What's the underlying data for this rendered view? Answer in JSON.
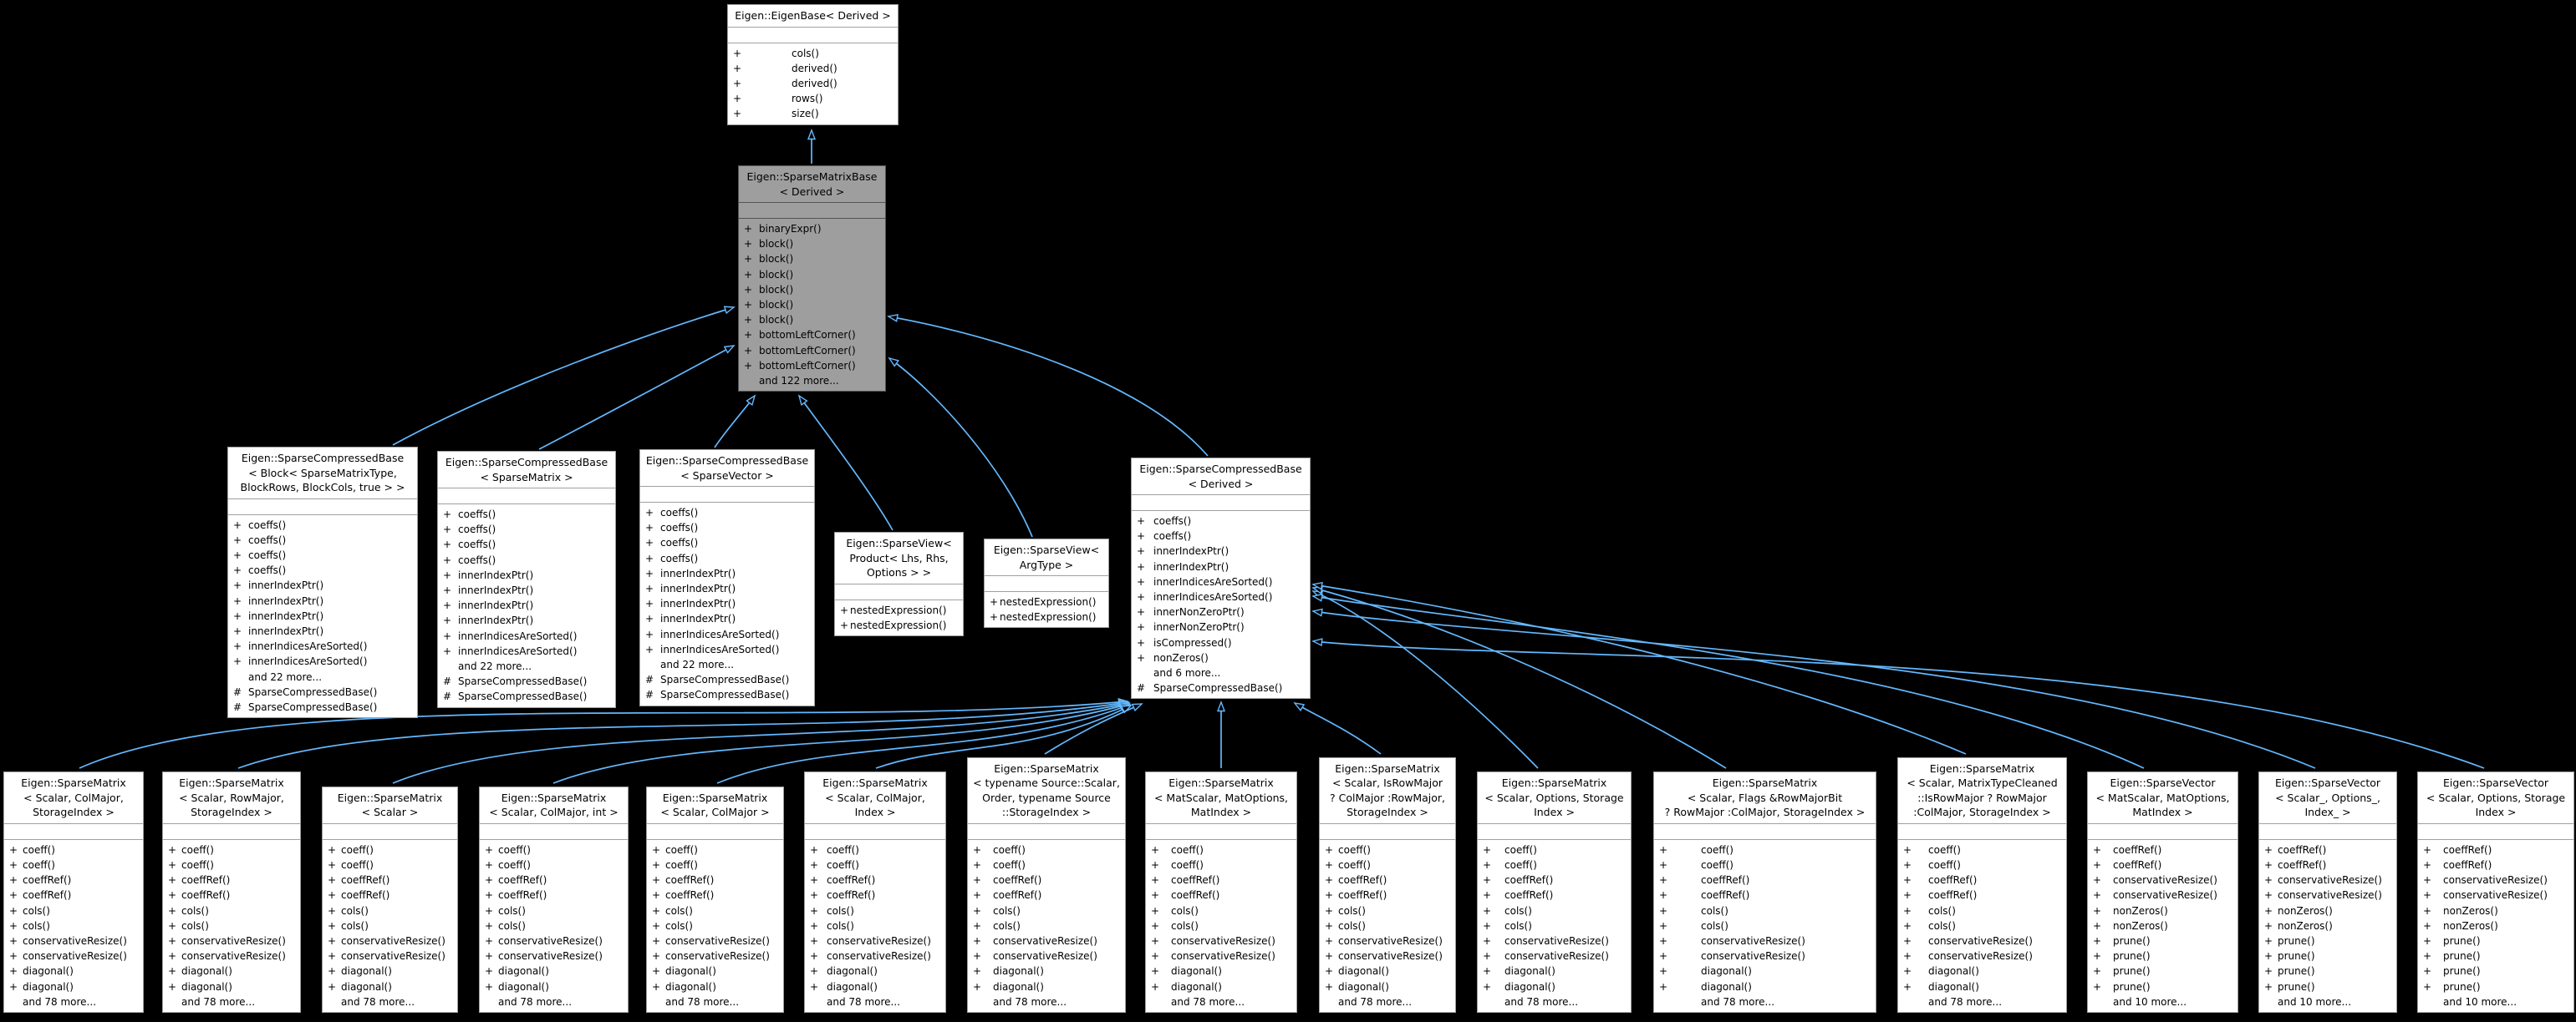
{
  "diagram": {
    "kind": "uml-class-inheritance-graph",
    "highlighted_node": "Eigen::SparseMatrixBase< Derived >"
  },
  "colors": {
    "background": "#000000",
    "node_fill": "#ffffff",
    "node_border": "#a0a0a0",
    "highlight_fill": "#9e9e9e",
    "highlight_border": "#545454",
    "edge": "#63b8ff",
    "text": "#000000"
  },
  "nodes": [
    {
      "id": "eigenbase",
      "highlighted": false,
      "title_lines": [
        "Eigen::EigenBase< Derived >"
      ],
      "members": [
        "+ cols()",
        "+ derived()",
        "+ derived()",
        "+ rows()",
        "+ size()"
      ]
    },
    {
      "id": "sparsematrixbase",
      "highlighted": true,
      "title_lines": [
        "Eigen::SparseMatrixBase",
        "< Derived >"
      ],
      "members": [
        "+ binaryExpr()",
        "+ block()",
        "+ block()",
        "+ block()",
        "+ block()",
        "+ block()",
        "+ block()",
        "+ bottomLeftCorner()",
        "+ bottomLeftCorner()",
        "+ bottomLeftCorner()",
        "and 122 more..."
      ]
    },
    {
      "id": "scb-block",
      "highlighted": false,
      "title_lines": [
        "Eigen::SparseCompressedBase",
        "< Block< SparseMatrixType,",
        "BlockRows, BlockCols, true > >"
      ],
      "members": [
        "+ coeffs()",
        "+ coeffs()",
        "+ coeffs()",
        "+ coeffs()",
        "+ innerIndexPtr()",
        "+ innerIndexPtr()",
        "+ innerIndexPtr()",
        "+ innerIndexPtr()",
        "+ innerIndicesAreSorted()",
        "+ innerIndicesAreSorted()",
        "and 22 more...",
        "# SparseCompressedBase()",
        "# SparseCompressedBase()"
      ]
    },
    {
      "id": "scb-sparsematrix",
      "highlighted": false,
      "title_lines": [
        "Eigen::SparseCompressedBase",
        "< SparseMatrix >"
      ],
      "members": [
        "+ coeffs()",
        "+ coeffs()",
        "+ coeffs()",
        "+ coeffs()",
        "+ innerIndexPtr()",
        "+ innerIndexPtr()",
        "+ innerIndexPtr()",
        "+ innerIndexPtr()",
        "+ innerIndicesAreSorted()",
        "+ innerIndicesAreSorted()",
        "and 22 more...",
        "# SparseCompressedBase()",
        "# SparseCompressedBase()"
      ]
    },
    {
      "id": "scb-sparsevector",
      "highlighted": false,
      "title_lines": [
        "Eigen::SparseCompressedBase",
        "< SparseVector >"
      ],
      "members": [
        "+ coeffs()",
        "+ coeffs()",
        "+ coeffs()",
        "+ coeffs()",
        "+ innerIndexPtr()",
        "+ innerIndexPtr()",
        "+ innerIndexPtr()",
        "+ innerIndexPtr()",
        "+ innerIndicesAreSorted()",
        "+ innerIndicesAreSorted()",
        "and 22 more...",
        "# SparseCompressedBase()",
        "# SparseCompressedBase()"
      ]
    },
    {
      "id": "sv-product",
      "highlighted": false,
      "title_lines": [
        "Eigen::SparseView<",
        "Product< Lhs, Rhs,",
        "Options > >"
      ],
      "members": [
        "+ nestedExpression()",
        "+ nestedExpression()"
      ]
    },
    {
      "id": "sv-argtype",
      "highlighted": false,
      "title_lines": [
        "Eigen::SparseView<",
        "ArgType >"
      ],
      "members": [
        "+ nestedExpression()",
        "+ nestedExpression()"
      ]
    },
    {
      "id": "scb-derived",
      "highlighted": false,
      "title_lines": [
        "Eigen::SparseCompressedBase",
        "< Derived >"
      ],
      "members": [
        "+ coeffs()",
        "+ coeffs()",
        "+ innerIndexPtr()",
        "+ innerIndexPtr()",
        "+ innerIndicesAreSorted()",
        "+ innerIndicesAreSorted()",
        "+ innerNonZeroPtr()",
        "+ innerNonZeroPtr()",
        "+ isCompressed()",
        "+ nonZeros()",
        "and 6 more...",
        "# SparseCompressedBase()"
      ]
    },
    {
      "id": "b1",
      "highlighted": false,
      "title_lines": [
        "Eigen::SparseMatrix",
        "< Scalar, ColMajor,",
        "StorageIndex >"
      ],
      "members": [
        "+ coeff()",
        "+ coeff()",
        "+ coeffRef()",
        "+ coeffRef()",
        "+ cols()",
        "+ cols()",
        "+ conservativeResize()",
        "+ conservativeResize()",
        "+ diagonal()",
        "+ diagonal()",
        "and 78 more..."
      ]
    },
    {
      "id": "b2",
      "highlighted": false,
      "title_lines": [
        "Eigen::SparseMatrix",
        "< Scalar, RowMajor,",
        "StorageIndex >"
      ],
      "members": [
        "+ coeff()",
        "+ coeff()",
        "+ coeffRef()",
        "+ coeffRef()",
        "+ cols()",
        "+ cols()",
        "+ conservativeResize()",
        "+ conservativeResize()",
        "+ diagonal()",
        "+ diagonal()",
        "and 78 more..."
      ]
    },
    {
      "id": "b3",
      "highlighted": false,
      "title_lines": [
        "Eigen::SparseMatrix",
        "< Scalar >"
      ],
      "members": [
        "+ coeff()",
        "+ coeff()",
        "+ coeffRef()",
        "+ coeffRef()",
        "+ cols()",
        "+ cols()",
        "+ conservativeResize()",
        "+ conservativeResize()",
        "+ diagonal()",
        "+ diagonal()",
        "and 78 more..."
      ]
    },
    {
      "id": "b4",
      "highlighted": false,
      "title_lines": [
        "Eigen::SparseMatrix",
        "< Scalar, ColMajor, int >"
      ],
      "members": [
        "+ coeff()",
        "+ coeff()",
        "+ coeffRef()",
        "+ coeffRef()",
        "+ cols()",
        "+ cols()",
        "+ conservativeResize()",
        "+ conservativeResize()",
        "+ diagonal()",
        "+ diagonal()",
        "and 78 more..."
      ]
    },
    {
      "id": "b5",
      "highlighted": false,
      "title_lines": [
        "Eigen::SparseMatrix",
        "< Scalar, ColMajor >"
      ],
      "members": [
        "+ coeff()",
        "+ coeff()",
        "+ coeffRef()",
        "+ coeffRef()",
        "+ cols()",
        "+ cols()",
        "+ conservativeResize()",
        "+ conservativeResize()",
        "+ diagonal()",
        "+ diagonal()",
        "and 78 more..."
      ]
    },
    {
      "id": "b6",
      "highlighted": false,
      "title_lines": [
        "Eigen::SparseMatrix",
        "< Scalar, ColMajor,",
        "Index >"
      ],
      "members": [
        "+ coeff()",
        "+ coeff()",
        "+ coeffRef()",
        "+ coeffRef()",
        "+ cols()",
        "+ cols()",
        "+ conservativeResize()",
        "+ conservativeResize()",
        "+ diagonal()",
        "+ diagonal()",
        "and 78 more..."
      ]
    },
    {
      "id": "b7",
      "highlighted": false,
      "title_lines": [
        "Eigen::SparseMatrix",
        "< typename Source::Scalar,",
        "Order, typename Source",
        "::StorageIndex >"
      ],
      "members": [
        "+ coeff()",
        "+ coeff()",
        "+ coeffRef()",
        "+ coeffRef()",
        "+ cols()",
        "+ cols()",
        "+ conservativeResize()",
        "+ conservativeResize()",
        "+ diagonal()",
        "+ diagonal()",
        "and 78 more..."
      ]
    },
    {
      "id": "b8",
      "highlighted": false,
      "title_lines": [
        "Eigen::SparseMatrix",
        "< MatScalar, MatOptions,",
        "MatIndex >"
      ],
      "members": [
        "+ coeff()",
        "+ coeff()",
        "+ coeffRef()",
        "+ coeffRef()",
        "+ cols()",
        "+ cols()",
        "+ conservativeResize()",
        "+ conservativeResize()",
        "+ diagonal()",
        "+ diagonal()",
        "and 78 more..."
      ]
    },
    {
      "id": "b9",
      "highlighted": false,
      "title_lines": [
        "Eigen::SparseMatrix",
        "< Scalar, IsRowMajor",
        "? ColMajor :RowMajor,",
        "StorageIndex >"
      ],
      "members": [
        "+ coeff()",
        "+ coeff()",
        "+ coeffRef()",
        "+ coeffRef()",
        "+ cols()",
        "+ cols()",
        "+ conservativeResize()",
        "+ conservativeResize()",
        "+ diagonal()",
        "+ diagonal()",
        "and 78 more..."
      ]
    },
    {
      "id": "b10",
      "highlighted": false,
      "title_lines": [
        "Eigen::SparseMatrix",
        "< Scalar, Options, Storage",
        "Index >"
      ],
      "members": [
        "+ coeff()",
        "+ coeff()",
        "+ coeffRef()",
        "+ coeffRef()",
        "+ cols()",
        "+ cols()",
        "+ conservativeResize()",
        "+ conservativeResize()",
        "+ diagonal()",
        "+ diagonal()",
        "and 78 more..."
      ]
    },
    {
      "id": "b11",
      "highlighted": false,
      "title_lines": [
        "Eigen::SparseMatrix",
        "< Scalar, Flags &RowMajorBit",
        "? RowMajor :ColMajor, StorageIndex >"
      ],
      "members": [
        "+ coeff()",
        "+ coeff()",
        "+ coeffRef()",
        "+ coeffRef()",
        "+ cols()",
        "+ cols()",
        "+ conservativeResize()",
        "+ conservativeResize()",
        "+ diagonal()",
        "+ diagonal()",
        "and 78 more..."
      ]
    },
    {
      "id": "b12",
      "highlighted": false,
      "title_lines": [
        "Eigen::SparseMatrix",
        "< Scalar, MatrixTypeCleaned",
        "::IsRowMajor ? RowMajor",
        ":ColMajor, StorageIndex >"
      ],
      "members": [
        "+ coeff()",
        "+ coeff()",
        "+ coeffRef()",
        "+ coeffRef()",
        "+ cols()",
        "+ cols()",
        "+ conservativeResize()",
        "+ conservativeResize()",
        "+ diagonal()",
        "+ diagonal()",
        "and 78 more..."
      ]
    },
    {
      "id": "b13",
      "highlighted": false,
      "title_lines": [
        "Eigen::SparseVector",
        "< MatScalar, MatOptions,",
        "MatIndex >"
      ],
      "members": [
        "+ coeffRef()",
        "+ coeffRef()",
        "+ conservativeResize()",
        "+ conservativeResize()",
        "+ nonZeros()",
        "+ nonZeros()",
        "+ prune()",
        "+ prune()",
        "+ prune()",
        "+ prune()",
        "and 10 more..."
      ]
    },
    {
      "id": "b14",
      "highlighted": false,
      "title_lines": [
        "Eigen::SparseVector",
        "< Scalar_, Options_,",
        "Index_ >"
      ],
      "members": [
        "+ coeffRef()",
        "+ coeffRef()",
        "+ conservativeResize()",
        "+ conservativeResize()",
        "+ nonZeros()",
        "+ nonZeros()",
        "+ prune()",
        "+ prune()",
        "+ prune()",
        "+ prune()",
        "and 10 more..."
      ]
    },
    {
      "id": "b15",
      "highlighted": false,
      "title_lines": [
        "Eigen::SparseVector",
        "< Scalar, Options, Storage",
        "Index >"
      ],
      "members": [
        "+ coeffRef()",
        "+ coeffRef()",
        "+ conservativeResize()",
        "+ conservativeResize()",
        "+ nonZeros()",
        "+ nonZeros()",
        "+ prune()",
        "+ prune()",
        "+ prune()",
        "+ prune()",
        "and 10 more..."
      ]
    }
  ],
  "edges": [
    {
      "from": "sparsematrixbase",
      "to": "eigenbase"
    },
    {
      "from": "scb-block",
      "to": "sparsematrixbase"
    },
    {
      "from": "scb-sparsematrix",
      "to": "sparsematrixbase"
    },
    {
      "from": "scb-sparsevector",
      "to": "sparsematrixbase"
    },
    {
      "from": "sv-product",
      "to": "sparsematrixbase"
    },
    {
      "from": "sv-argtype",
      "to": "sparsematrixbase"
    },
    {
      "from": "scb-derived",
      "to": "sparsematrixbase"
    },
    {
      "from": "b1",
      "to": "scb-derived"
    },
    {
      "from": "b2",
      "to": "scb-derived"
    },
    {
      "from": "b3",
      "to": "scb-derived"
    },
    {
      "from": "b4",
      "to": "scb-derived"
    },
    {
      "from": "b5",
      "to": "scb-derived"
    },
    {
      "from": "b6",
      "to": "scb-derived"
    },
    {
      "from": "b7",
      "to": "scb-derived"
    },
    {
      "from": "b8",
      "to": "scb-derived"
    },
    {
      "from": "b9",
      "to": "scb-derived"
    },
    {
      "from": "b10",
      "to": "scb-derived"
    },
    {
      "from": "b11",
      "to": "scb-derived"
    },
    {
      "from": "b12",
      "to": "scb-derived"
    },
    {
      "from": "b13",
      "to": "scb-derived"
    },
    {
      "from": "b14",
      "to": "scb-derived"
    },
    {
      "from": "b15",
      "to": "scb-derived"
    }
  ]
}
